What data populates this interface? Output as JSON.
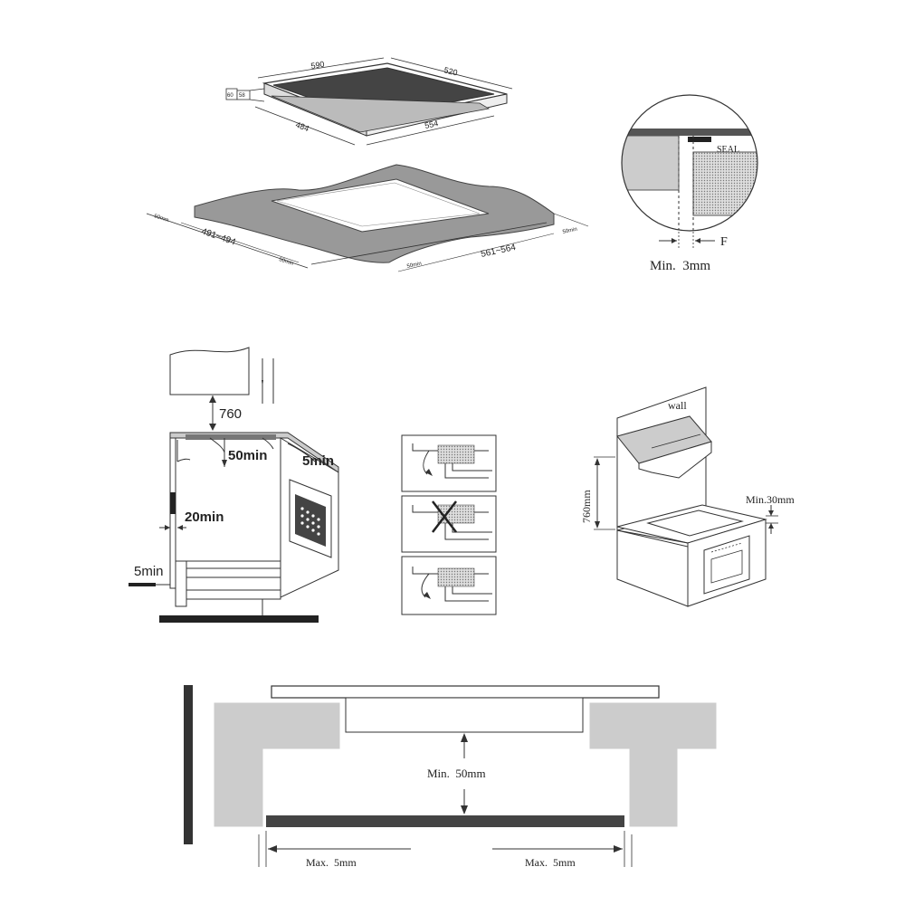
{
  "hob_dimensions": {
    "width": "590",
    "depth": "520",
    "cutout_width": "484",
    "cutout_depth": "554",
    "height_total": "60",
    "height_glass": "58"
  },
  "worktop_cutout": {
    "min_edge": "50mm",
    "cutout_depth": "491~494",
    "cutout_width": "561~564",
    "front_min": "50min",
    "side_min": "50min",
    "back_min": "50min"
  },
  "seal_detail": {
    "seal_label": "SEAL",
    "f_label": "F",
    "min_label": "Min.  3mm"
  },
  "cabinet_section": {
    "hood_height": "760",
    "top_gap": "50min",
    "side_gap": "5min",
    "wall_gap": "20min",
    "rear_gap": "5min"
  },
  "wall_installation": {
    "wall_label": "wall",
    "hood_height": "760mm",
    "min_clearance": "Min.30mm"
  },
  "bottom_section": {
    "min_gap": "Min.  50mm",
    "left_max": "Max.  5mm",
    "right_max": "Max.  5mm"
  }
}
